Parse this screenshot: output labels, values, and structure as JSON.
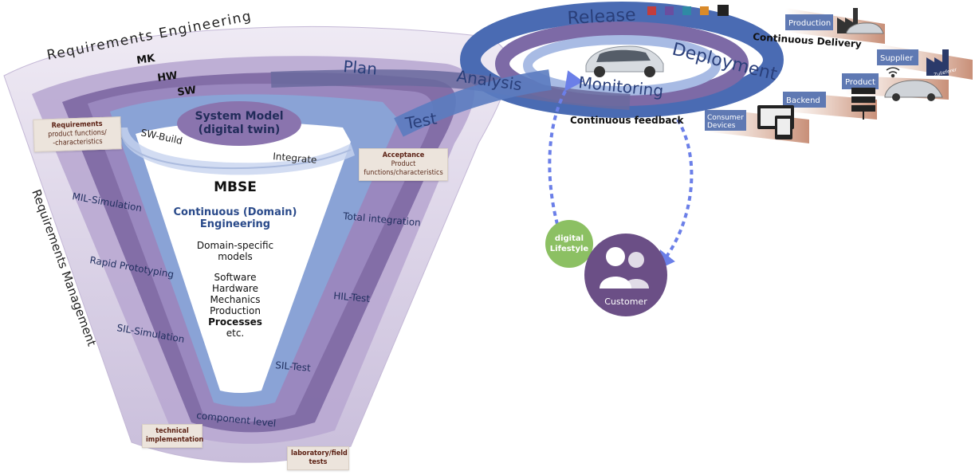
{
  "outer_ring": {
    "requirements_engineering": "Requirements Engineering",
    "requirements_management": "Requirements Management"
  },
  "domains": {
    "mk": "MK",
    "hw": "HW",
    "sw": "SW"
  },
  "loop_labels": {
    "plan": "Plan",
    "analysis": "Analysis",
    "test": "Test",
    "release": "Release",
    "deployment": "Deployment",
    "monitoring": "Monitoring"
  },
  "v_left": {
    "sw_build": "SW-Build",
    "mil": "MIL-Simulation",
    "rapid": "Rapid Prototyping",
    "sil": "SIL-Simulation"
  },
  "v_right": {
    "integrate": "Integrate",
    "total": "Total integration",
    "hil": "HIL-Test",
    "sil_test": "SIL-Test"
  },
  "bottom": {
    "component_level": "component level"
  },
  "system_model": {
    "line1": "System Model",
    "line2": "(digital twin)"
  },
  "center": {
    "mbse": "MBSE",
    "ce1": "Continuous (Domain)",
    "ce2": "Engineering",
    "dsm1": "Domain-specific",
    "dsm2": "models",
    "items": [
      "Software",
      "Hardware",
      "Mechanics",
      "Production"
    ],
    "processes": "Processes",
    "etc": "etc."
  },
  "notes": {
    "requirements_title": "Requirements",
    "requirements_body1": "product functions/",
    "requirements_body2": "-characteristics",
    "acceptance_title": "Acceptance",
    "acceptance_body1": "Product",
    "acceptance_body2": "functions/characteristics",
    "tech1": "technical",
    "tech2": "implementation",
    "lab1": "laboratory/field",
    "lab2": "tests"
  },
  "right": {
    "production": "Production",
    "continuous_delivery": "Continuous Delivery",
    "supplier": "Supplier",
    "zulieferer": "Zulieferer",
    "product": "Product",
    "backend": "Backend",
    "consumer1": "Consumer",
    "consumer2": "Devices",
    "continuous_feedback": "Continuous feedback",
    "digital1": "digital",
    "digital2": "Lifestyle",
    "customer": "Customer"
  },
  "colors": {
    "outer": "#d6cde3",
    "purple_mid": "#a894c4",
    "purple_dark": "#6e5a93",
    "blue": "#5a7fc0",
    "blue_light": "#9fb5e0",
    "navy": "#2a3f7a",
    "green": "#8cc063",
    "customer": "#6b4f86"
  }
}
